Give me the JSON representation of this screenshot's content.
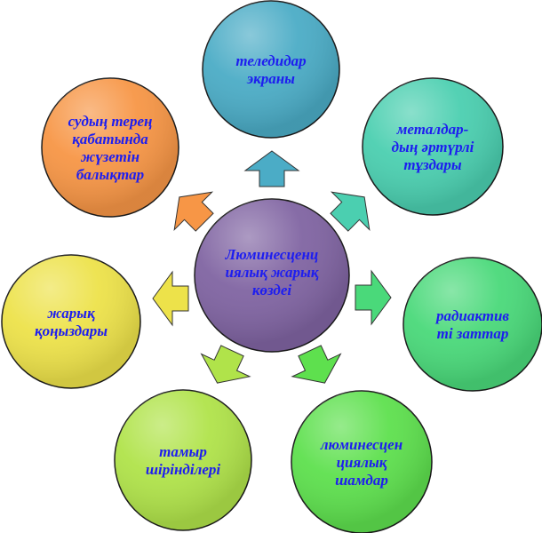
{
  "center": {
    "lines": [
      "Люминесценц",
      "иялық жарық",
      "көздеі"
    ],
    "color": "#8064a2"
  },
  "nodes": [
    {
      "id": "tv",
      "lines": [
        "теледидар",
        "экраны"
      ],
      "color": "#4bacc6"
    },
    {
      "id": "metals",
      "lines": [
        "металдар-",
        "дың әртүрлі",
        "тұздары"
      ],
      "color": "#4bcfb0"
    },
    {
      "id": "radioactive",
      "lines": [
        "радиактив",
        "ті заттар"
      ],
      "color": "#4ad97a"
    },
    {
      "id": "lamps",
      "lines": [
        "люминесцен",
        "циялық",
        "шамдар"
      ],
      "color": "#5ee04e"
    },
    {
      "id": "roots",
      "lines": [
        "тамыр",
        "шірінділері"
      ],
      "color": "#b0e34a"
    },
    {
      "id": "fireflies",
      "lines": [
        "жарық",
        "қоңыздары"
      ],
      "color": "#ede24a"
    },
    {
      "id": "fish",
      "lines": [
        "судың терең",
        "қабатында",
        "жүзетін",
        "балықтар"
      ],
      "color": "#f79646"
    }
  ]
}
